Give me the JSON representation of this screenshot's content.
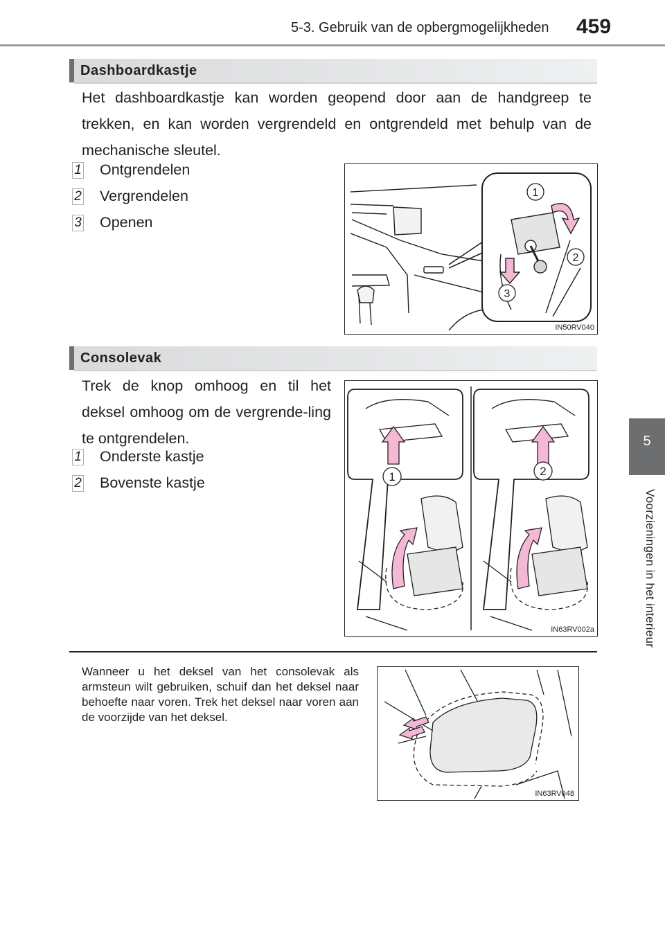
{
  "header": {
    "title": "5-3. Gebruik van de opbergmogelijkheden",
    "page_number": "459"
  },
  "side_tab": {
    "number": "5",
    "label": "Voorzieningen in het interieur"
  },
  "sections": [
    {
      "heading": "Dashboardkastje",
      "paragraph": "Het dashboardkastje kan worden geopend door aan de handgreep te trekken, en kan worden vergrendeld en ontgrendeld met behulp van de mechanische sleutel.",
      "items": [
        {
          "num": "1",
          "text": "Ontgrendelen"
        },
        {
          "num": "2",
          "text": "Vergrendelen"
        },
        {
          "num": "3",
          "text": "Openen"
        }
      ],
      "figure": {
        "code": "IN50RV040",
        "callouts": [
          "1",
          "2",
          "3"
        ]
      }
    },
    {
      "heading": "Consolevak",
      "paragraph": "Trek de knop omhoog en til het deksel omhoog om de vergrende-ling te ontgrendelen.",
      "items": [
        {
          "num": "1",
          "text": "Onderste kastje"
        },
        {
          "num": "2",
          "text": "Bovenste kastje"
        }
      ],
      "figure": {
        "code": "IN63RV002a",
        "callouts": [
          "1",
          "2"
        ]
      }
    }
  ],
  "note": {
    "paragraph": "Wanneer u het deksel van het consolevak als armsteun wilt gebruiken, schuif dan het deksel naar behoefte naar voren. Trek het deksel naar voren aan de voorzijde van het deksel.",
    "figure": {
      "code": "IN63RV048"
    }
  },
  "colors": {
    "text": "#231f20",
    "section_bar": "#6d6e70",
    "side_tab": "#6d6e70",
    "arrow_fill": "#f3b8d4"
  }
}
